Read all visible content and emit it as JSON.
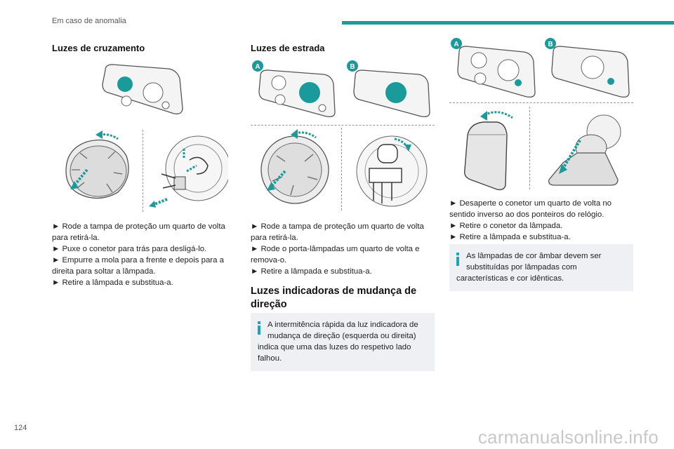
{
  "header": {
    "section": "Em caso de anomalia",
    "accent": "#1a9a9a"
  },
  "col1": {
    "heading": "Luzes de cruzamento",
    "lines": [
      "► Rode a tampa de proteção um quarto de volta",
      "para retirá-la.",
      "► Puxe o conetor para trás para desligá-lo.",
      "► Empurre a mola para a frente e depois para a",
      "direita para soltar a lâmpada.",
      "► Retire a lâmpada e substitua-a."
    ]
  },
  "col2": {
    "heading": "Luzes de estrada",
    "lines": [
      "► Rode a tampa de proteção um quarto de volta",
      "para retirá-la.",
      "► Rode o porta-lâmpadas um quarto de volta e",
      "remova-o.",
      "► Retire a lâmpada e substitua-a."
    ],
    "heading2_line1": "Luzes indicadoras de mudança de",
    "heading2_line2": "direção",
    "note": {
      "lines": [
        "A intermitência rápida da luz indicadora de",
        "mudança de direção (esquerda ou direita)",
        "indica que uma das luzes do respetivo lado",
        "falhou."
      ]
    }
  },
  "col3": {
    "lines": [
      "► Desaperte o conetor um quarto de volta no",
      "sentido inverso ao dos ponteiros do relógio.",
      "► Retire o conetor da lâmpada.",
      "► Retire a lâmpada e substitua-a."
    ],
    "note": {
      "lines": [
        "As lâmpadas de cor âmbar devem ser",
        "substituídas por lâmpadas com",
        "características e cor idênticas."
      ]
    }
  },
  "labels": {
    "a": "A",
    "b": "B"
  },
  "footer": {
    "page": "124",
    "watermark": "carmanualsonline.info"
  },
  "colors": {
    "teal": "#1a9a9a",
    "note_bg": "#eef0f3",
    "icon": "#1aa6b7"
  }
}
